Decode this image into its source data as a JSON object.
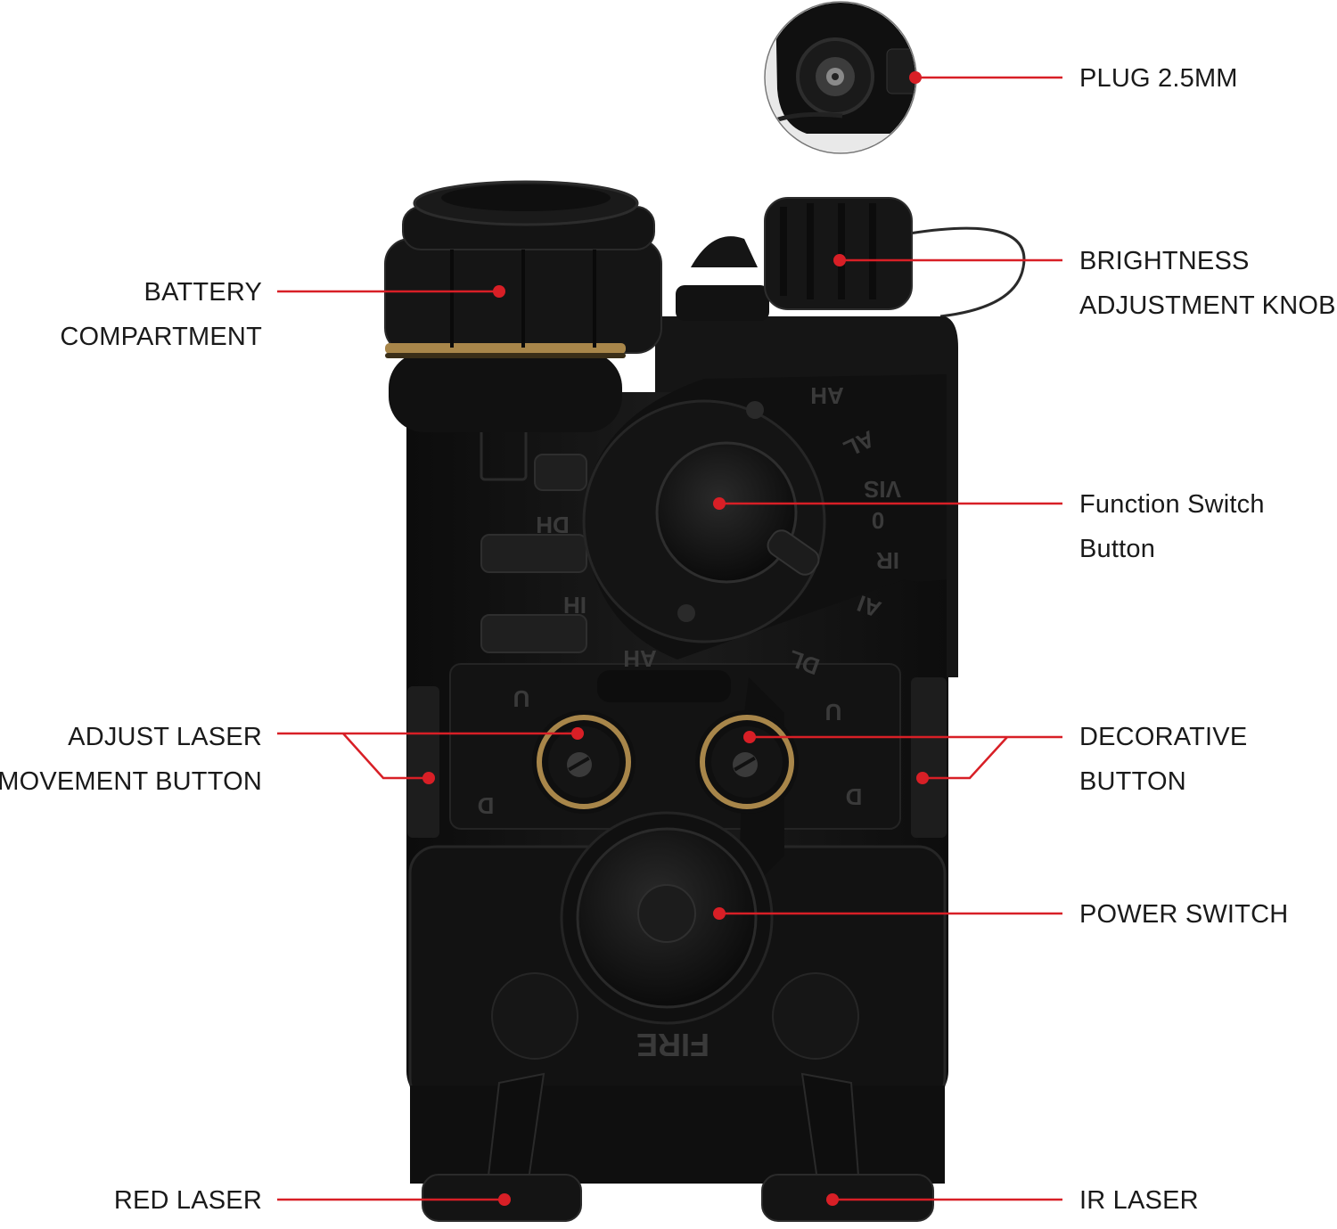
{
  "colors": {
    "callout": "#d81f26",
    "device_body": "#141414",
    "device_edge": "#2b2b2b",
    "brass": "#a8864a",
    "text": "#1a1a1a"
  },
  "device": {
    "engravings": [
      "AH",
      "AL",
      "VIS",
      "0",
      "IR",
      "AI",
      "DL",
      "DH",
      "IH",
      "AH",
      "U",
      "U",
      "D",
      "D",
      "FIRE"
    ]
  },
  "labels": {
    "plug": [
      "PLUG 2.5MM"
    ],
    "brightness": [
      "BRIGHTNESS",
      "ADJUSTMENT KNOB"
    ],
    "battery": [
      "BATTERY",
      "COMPARTMENT"
    ],
    "function_switch": [
      "Function Switch",
      "Button"
    ],
    "adjust_laser": [
      "ADJUST LASER",
      "MOVEMENT BUTTON"
    ],
    "decorative": [
      "DECORATIVE",
      "BUTTON"
    ],
    "power_switch": [
      "POWER SWITCH"
    ],
    "red_laser": [
      "RED LASER"
    ],
    "ir_laser": [
      "IR LASER"
    ]
  }
}
